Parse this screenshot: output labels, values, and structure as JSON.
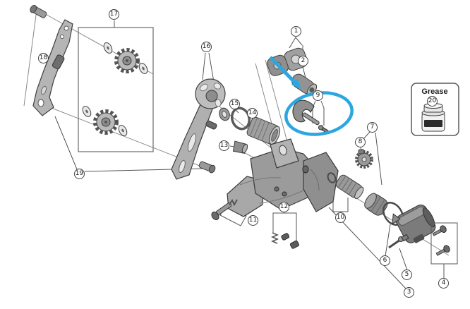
{
  "colors": {
    "highlight": "#2ba7e0",
    "line": "#4a4a4a"
  },
  "grease_box": {
    "label": "Grease"
  },
  "callouts": {
    "c1": "1",
    "c2": "2",
    "c3": "3",
    "c4": "4",
    "c5": "5",
    "c6": "6",
    "c7": "7",
    "c8": "8",
    "c9": "9",
    "c10": "10",
    "c11": "11",
    "c12": "12",
    "c13": "13",
    "c14": "14",
    "c15": "15",
    "c16": "16",
    "c17": "17",
    "c18": "18",
    "c19": "19",
    "c20": "20"
  }
}
